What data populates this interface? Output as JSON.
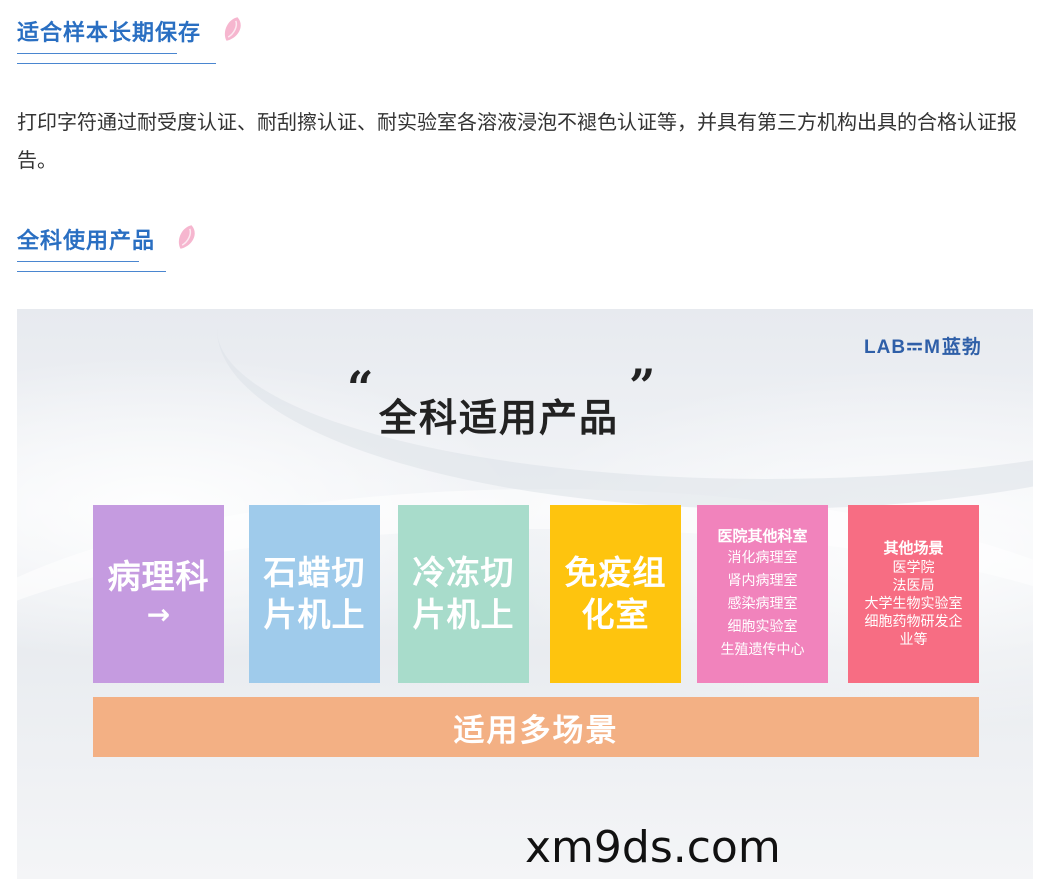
{
  "section1": {
    "title": "适合样本长期保存"
  },
  "paragraph": "打印字符通过耐受度认证、耐刮擦认证、耐实验室各溶液浸泡不褪色认证等，并具有第三方机构出具的合格认证报告。",
  "section2": {
    "title": "全科使用产品"
  },
  "banner": {
    "brand_latin": "LAB𝌁M",
    "brand_cn": "蓝勃",
    "quote_open": "“",
    "quote_close": "”",
    "title": "全科适用产品",
    "cards": [
      {
        "line1": "病理科",
        "line2": "→",
        "color": "#c59be0"
      },
      {
        "line1": "石蜡切",
        "line2": "片机上",
        "color": "#9fcbeb"
      },
      {
        "line1": "冷冻切",
        "line2": "片机上",
        "color": "#a8dccb"
      },
      {
        "line1": "免疫组",
        "line2": "化室",
        "color": "#fec40e"
      },
      {
        "heading": "医院其他科室",
        "items": [
          "消化病理室",
          "肾内病理室",
          "感染病理室",
          "细胞实验室",
          "生殖遗传中心"
        ],
        "color": "#f183bc"
      },
      {
        "heading": "其他场景",
        "items": [
          "医学院",
          "法医局",
          "大学生物实验室",
          "细胞药物研发企",
          "业等"
        ],
        "color": "#f76d83"
      }
    ],
    "bottom_label": "适用多场景",
    "bottom_color": "#f3b084",
    "watermark": "xm9ds.com"
  },
  "colors": {
    "accent": "#2a6fc2",
    "petal": "#f6a8c4"
  },
  "icons": {
    "section_decoration": "pink-petal-icon"
  }
}
